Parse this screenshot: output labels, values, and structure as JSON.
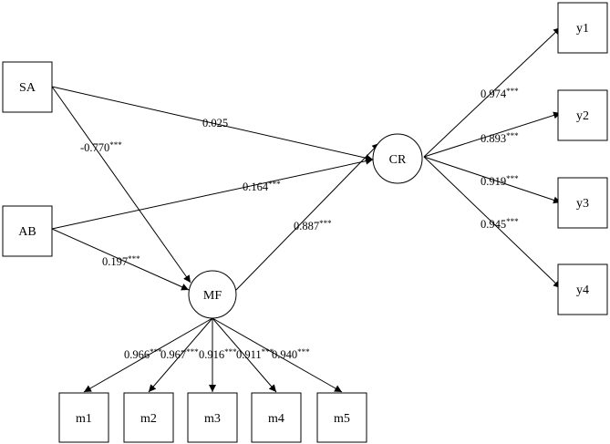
{
  "nodes": {
    "SA": "SA",
    "AB": "AB",
    "MF": "MF",
    "CR": "CR",
    "y1": "y1",
    "y2": "y2",
    "y3": "y3",
    "y4": "y4",
    "m1": "m1",
    "m2": "m2",
    "m3": "m3",
    "m4": "m4",
    "m5": "m5"
  },
  "paths": {
    "sa_cr": {
      "value": "0.025",
      "sig": ""
    },
    "sa_mf": {
      "value": "-0.770",
      "sig": "***"
    },
    "ab_cr": {
      "value": "0.164",
      "sig": "***"
    },
    "ab_mf": {
      "value": "0.197",
      "sig": "***"
    },
    "mf_cr": {
      "value": "0.887",
      "sig": "***"
    }
  },
  "loadings": {
    "cr_y1": {
      "value": "0.974",
      "sig": "***"
    },
    "cr_y2": {
      "value": "0.893",
      "sig": "***"
    },
    "cr_y3": {
      "value": "0.919",
      "sig": "***"
    },
    "cr_y4": {
      "value": "0.945",
      "sig": "***"
    },
    "mf_m1": {
      "value": "0.966",
      "sig": "***"
    },
    "mf_m2": {
      "value": "0.967",
      "sig": "***"
    },
    "mf_m3": {
      "value": "0.916",
      "sig": "***"
    },
    "mf_m4": {
      "value": "0.911",
      "sig": "***"
    },
    "mf_m5": {
      "value": "0.940",
      "sig": "***"
    }
  }
}
